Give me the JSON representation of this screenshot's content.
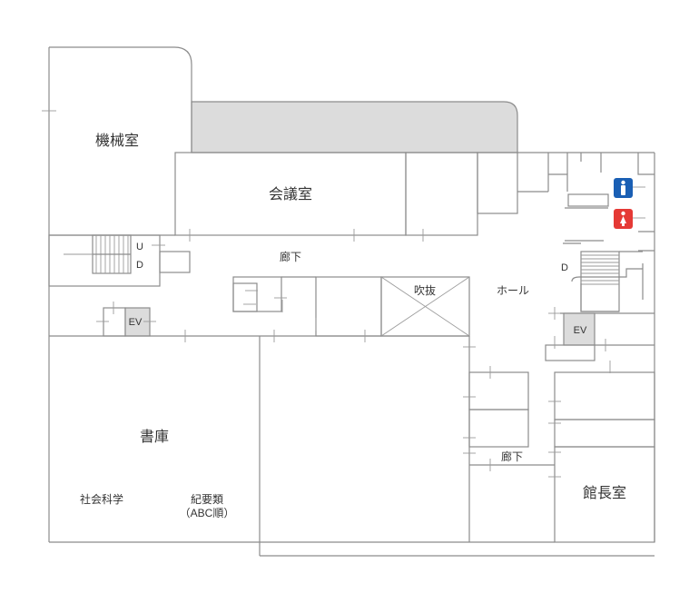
{
  "rooms": {
    "machine_room": "機械室",
    "meeting_room": "会議室",
    "corridor_top": "廊下",
    "atrium": "吹抜",
    "hall": "ホール",
    "stacks": "書庫",
    "social_science": "社会科学",
    "bulletins_line1": "紀要類",
    "bulletins_line2": "（ABC順）",
    "corridor_bottom": "廊下",
    "director_room": "館長室"
  },
  "stairs_left": {
    "up": "U",
    "down": "D"
  },
  "stairs_right": {
    "down": "D"
  },
  "elevators": {
    "left": "EV",
    "right": "EV"
  },
  "colors": {
    "wall": "#8c8c8c",
    "shaded": "#dcdcdc",
    "restroom_men": "#1a5fb4",
    "restroom_women": "#e53935"
  },
  "icons": {
    "restroom_men": "male-restroom-icon",
    "restroom_women": "female-restroom-icon"
  }
}
